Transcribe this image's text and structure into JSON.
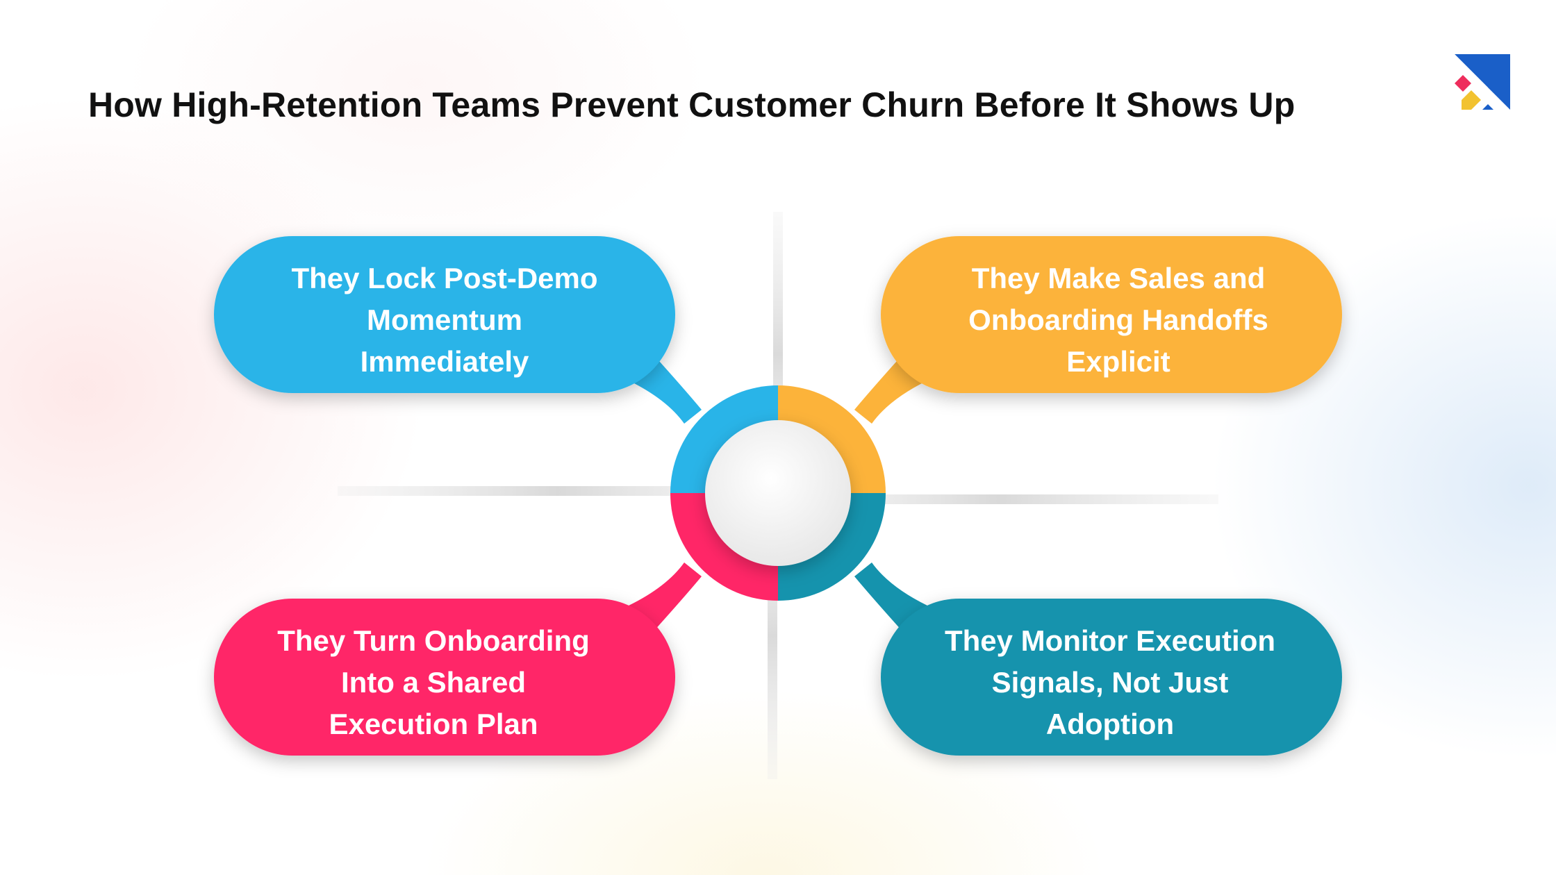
{
  "header": {
    "title": "How High-Retention Teams Prevent Customer Churn Before It Shows Up"
  },
  "colors": {
    "blue": "#29b4e8",
    "orange": "#fcb33a",
    "pink": "#ff2667",
    "teal": "#1593ad",
    "title": "#111111"
  },
  "icons": {
    "logo": "brand-logo-icon",
    "center": "center-circle"
  },
  "items": [
    {
      "lines": [
        "They Lock Post-Demo",
        "Momentum",
        "Immediately"
      ]
    },
    {
      "lines": [
        "They Make Sales and",
        "Onboarding Handoffs",
        "Explicit"
      ]
    },
    {
      "lines": [
        "They Turn Onboarding",
        "Into a Shared",
        "Execution Plan"
      ]
    },
    {
      "lines": [
        "They Monitor Execution",
        "Signals, Not Just",
        "Adoption"
      ]
    }
  ]
}
